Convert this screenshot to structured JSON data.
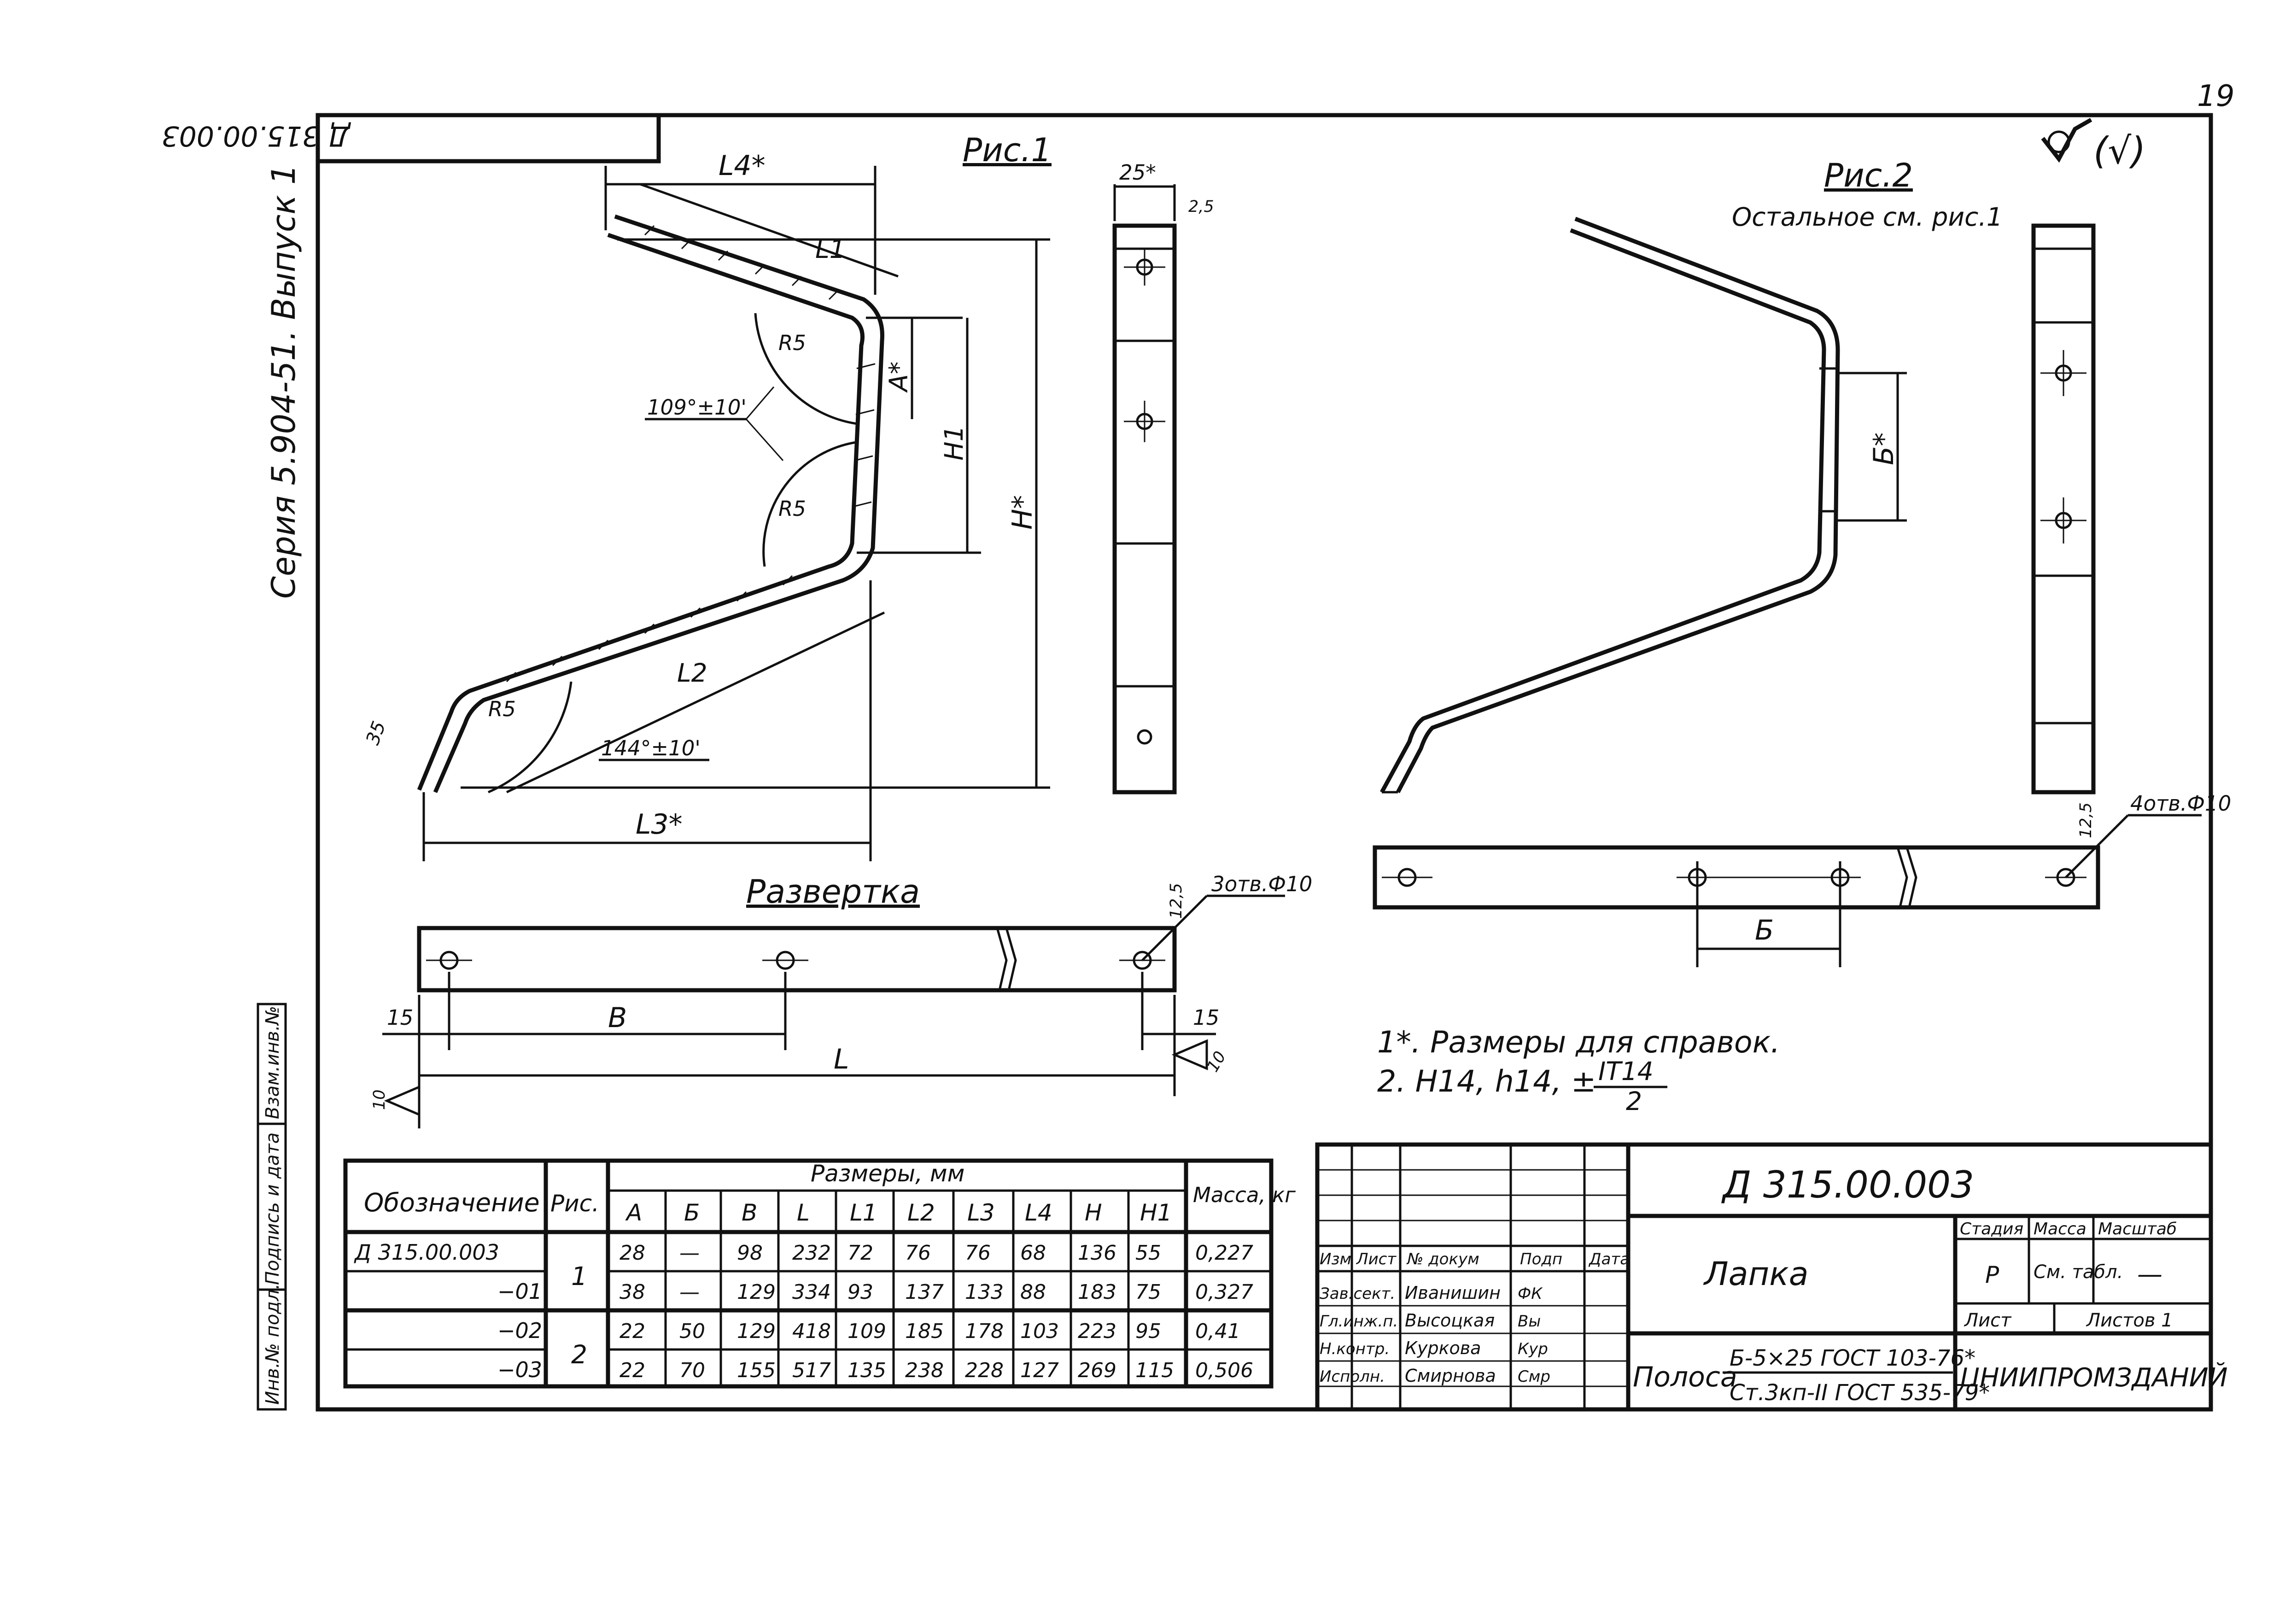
{
  "sheet_number": "19",
  "roughness_mark": "(√)",
  "stamp_code_top": "Д 315.00.003",
  "series_text": "Серия 5.904-51. Выпуск 1",
  "fig1": {
    "title": "Рис.1",
    "dims": [
      "L4*",
      "L1",
      "L2",
      "L3*",
      "A*",
      "H1",
      "H*",
      "R5",
      "R5",
      "R5",
      "35"
    ],
    "angle1": "109°±10'",
    "angle2": "144°±10'"
  },
  "fig1_side": {
    "width": "25*",
    "thk": "2,5"
  },
  "fig2": {
    "title": "Рис.2",
    "subtitle": "Остальное см. рис.1",
    "dim": "Б*"
  },
  "fig2_strip": {
    "holes": "4отв.Ф10",
    "dim": "Б",
    "thk": "12,5"
  },
  "development": {
    "title": "Развертка",
    "holes": "3отв.Ф10",
    "dims": {
      "b": "В",
      "l": "L",
      "left": "15",
      "right": "15",
      "edge": "12,5",
      "width": "10",
      "edge_right": "10"
    }
  },
  "notes": [
    "1*. Размеры для справок.",
    "2. H14, h14, ±",
    "IT14",
    "2"
  ],
  "left_side_labels": [
    "Инв.№ подл.",
    "Подпись и дата",
    "Взам.инв.№"
  ],
  "table": {
    "col_designation": "Обозначение",
    "col_fig": "Рис.",
    "col_dims_group": "Размеры, мм",
    "col_mass": "Масса, кг",
    "dim_cols": [
      "А",
      "Б",
      "В",
      "L",
      "L1",
      "L2",
      "L3",
      "L4",
      "H",
      "H1"
    ],
    "rows": [
      {
        "designation": "Д 315.00.003",
        "values": [
          "28",
          "—",
          "98",
          "232",
          "72",
          "76",
          "76",
          "68",
          "136",
          "55"
        ],
        "mass": "0,227"
      },
      {
        "designation": "−01",
        "values": [
          "38",
          "—",
          "129",
          "334",
          "93",
          "137",
          "133",
          "88",
          "183",
          "75"
        ],
        "mass": "0,327"
      },
      {
        "designation": "−02",
        "values": [
          "22",
          "50",
          "129",
          "418",
          "109",
          "185",
          "178",
          "103",
          "223",
          "95"
        ],
        "mass": "0,41"
      },
      {
        "designation": "−03",
        "values": [
          "22",
          "70",
          "155",
          "517",
          "135",
          "238",
          "228",
          "127",
          "269",
          "115"
        ],
        "mass": "0,506"
      }
    ],
    "fig_groups": [
      "1",
      "2"
    ]
  },
  "title_block": {
    "code": "Д 315.00.003",
    "name": "Лапка",
    "material_line1": "Полоса",
    "material_line2": "Б-5×25 ГОСТ 103-76*",
    "material_line3": "Ст.3кп-II ГОСТ 535-79*",
    "stage_label": "Стадия",
    "mass_label": "Масса",
    "scale_label": "Масштаб",
    "stage": "Р",
    "mass": "См. табл.",
    "scale": "—",
    "sheet_label": "Лист",
    "sheets_label": "Листов 1",
    "org": "ЦНИИПРОМЗДАНИЙ",
    "header_cells": [
      "Изм",
      "Лист",
      "№ докум",
      "Подп",
      "Дата"
    ],
    "people": [
      {
        "role": "Зав.сект.",
        "name": "Иванишин",
        "sign": "ФК"
      },
      {
        "role": "Гл.инж.п.",
        "name": "Высоцкая",
        "sign": "Вы"
      },
      {
        "role": "Н.контр.",
        "name": "Куркова",
        "sign": "Кур"
      },
      {
        "role": "Исполн.",
        "name": "Смирнова",
        "sign": "Смр"
      }
    ]
  }
}
